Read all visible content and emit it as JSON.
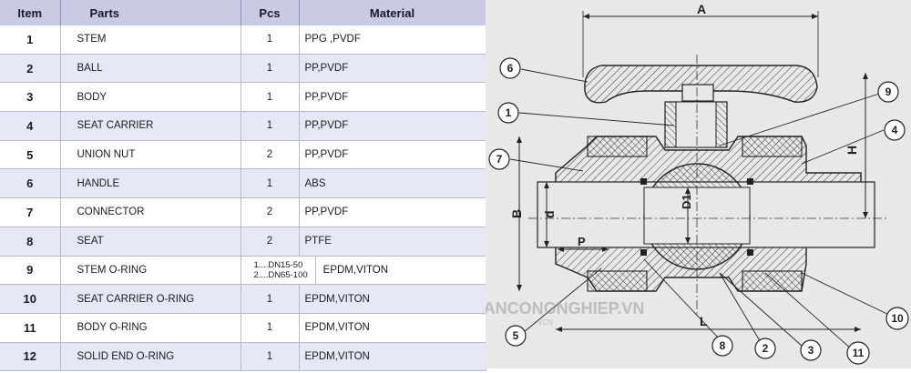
{
  "table": {
    "headers": {
      "item": "Item",
      "parts": "Parts",
      "pcs": "Pcs",
      "material": "Material"
    },
    "rows": [
      {
        "item": "1",
        "part": "STEM",
        "pcs": "1",
        "material": "PPG ,PVDF"
      },
      {
        "item": "2",
        "part": "BALL",
        "pcs": "1",
        "material": "PP,PVDF"
      },
      {
        "item": "3",
        "part": "BODY",
        "pcs": "1",
        "material": "PP,PVDF"
      },
      {
        "item": "4",
        "part": "SEAT CARRIER",
        "pcs": "1",
        "material": "PP,PVDF"
      },
      {
        "item": "5",
        "part": "UNION NUT",
        "pcs": "2",
        "material": "PP,PVDF"
      },
      {
        "item": "6",
        "part": "HANDLE",
        "pcs": "1",
        "material": "ABS"
      },
      {
        "item": "7",
        "part": "CONNECTOR",
        "pcs": "2",
        "material": "PP,PVDF"
      },
      {
        "item": "8",
        "part": "SEAT",
        "pcs": "2",
        "material": "PTFE"
      },
      {
        "item": "9",
        "part": "STEM O-RING",
        "pcs_lines": [
          "1....DN15-50",
          "2....DN65-100"
        ],
        "material": "EPDM,VITON"
      },
      {
        "item": "10",
        "part": "SEAT CARRIER O-RING",
        "pcs": "1",
        "material": "EPDM,VITON"
      },
      {
        "item": "11",
        "part": "BODY O-RING",
        "pcs": "1",
        "material": "EPDM,VITON"
      },
      {
        "item": "12",
        "part": "SOLID END O-RING",
        "pcs": "1",
        "material": "EPDM,VITON"
      }
    ]
  },
  "diagram": {
    "dimensions": {
      "a": "A",
      "b": "B",
      "d": "d",
      "d1": "D1",
      "h": "H",
      "l": "L",
      "p": "P"
    },
    "callouts": {
      "c1": "1",
      "c2": "2",
      "c3": "3",
      "c4": "4",
      "c5": "5",
      "c6": "6",
      "c7": "7",
      "c8": "8",
      "c9": "9",
      "c10": "10",
      "c11": "11"
    },
    "watermark": "VANCONGNGHIEP.VN",
    "watermark_sub": "VCN"
  },
  "colors": {
    "header_bg": "#c9cbe4",
    "row_alt": "#e7e8f5",
    "diagram_bg": "#e8e8e8",
    "ink": "#222222"
  }
}
